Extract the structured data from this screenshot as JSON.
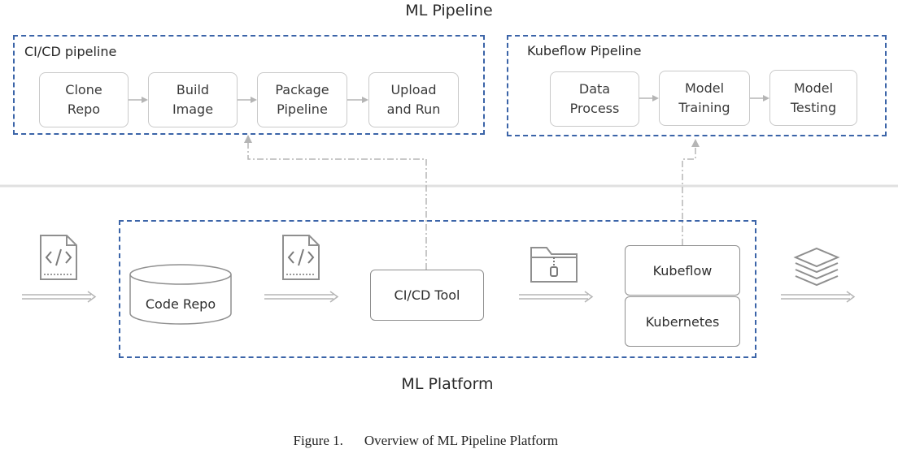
{
  "pipeline_title": "ML Pipeline",
  "cicd_group": {
    "label": "CI/CD pipeline",
    "steps": [
      "Clone\nRepo",
      "Build\nImage",
      "Package\nPipeline",
      "Upload\nand Run"
    ]
  },
  "kubeflow_group": {
    "label": "Kubeflow Pipeline",
    "steps": [
      "Data\nProcess",
      "Model\nTraining",
      "Model\nTesting"
    ]
  },
  "platform": {
    "title": "ML Platform",
    "code_repo": "Code Repo",
    "cicd_tool": "CI/CD Tool",
    "kubeflow": "Kubeflow",
    "kubernetes": "Kubernetes"
  },
  "icons": [
    "code-file-icon",
    "zip-folder-icon",
    "layers-stack-icon"
  ],
  "colors": {
    "dashed_border": "#3b64a8",
    "step_border": "#c9c9c9",
    "arrow": "#b5b5b5"
  },
  "caption": {
    "figure": "Figure 1.",
    "text": "Overview of ML Pipeline Platform"
  }
}
